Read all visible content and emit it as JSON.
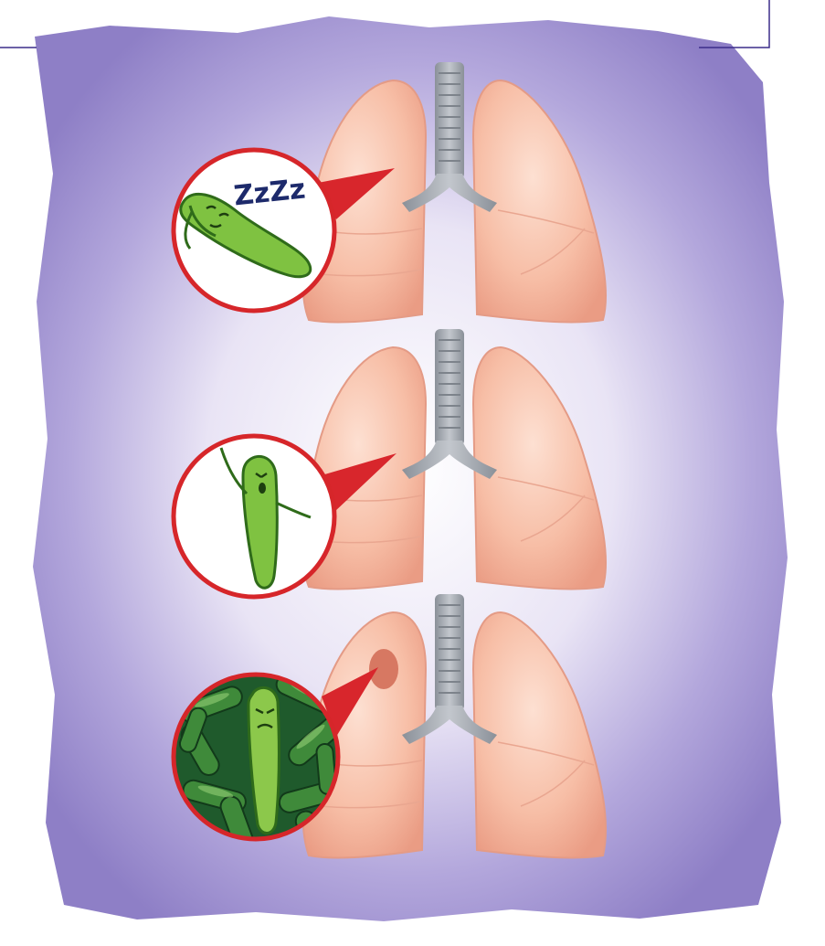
{
  "figure": {
    "panels": [
      {
        "id": "latent",
        "bubble_text": "ZzZz",
        "lesion": false
      },
      {
        "id": "active",
        "bubble_text": "",
        "lesion": false
      },
      {
        "id": "lesion",
        "bubble_text": "",
        "lesion": true
      }
    ]
  },
  "colors": {
    "wash": "#9b8ccc",
    "wash_light": "#c9bfe6",
    "lung_fill": "#f8c0a8",
    "lung_shade": "#ee9e88",
    "lung_outline": "#e49b86",
    "trachea": "#a8adb5",
    "trachea_dark": "#8a9098",
    "bubble_ring": "#d6262a",
    "pointer": "#d8262c",
    "bacterium": "#7fc241",
    "bacterium_dark": "#2f6b1a",
    "lesion_spot": "#d77862",
    "zz_text": "#1d2a6b",
    "colony_bg": "#1f5a2c",
    "frame_line": "#3b2d8a"
  },
  "icons": [
    "lungs-icon",
    "trachea-icon",
    "bacterium-icon",
    "sleep-zz-icon",
    "bacteria-colony-icon",
    "lesion-icon"
  ]
}
